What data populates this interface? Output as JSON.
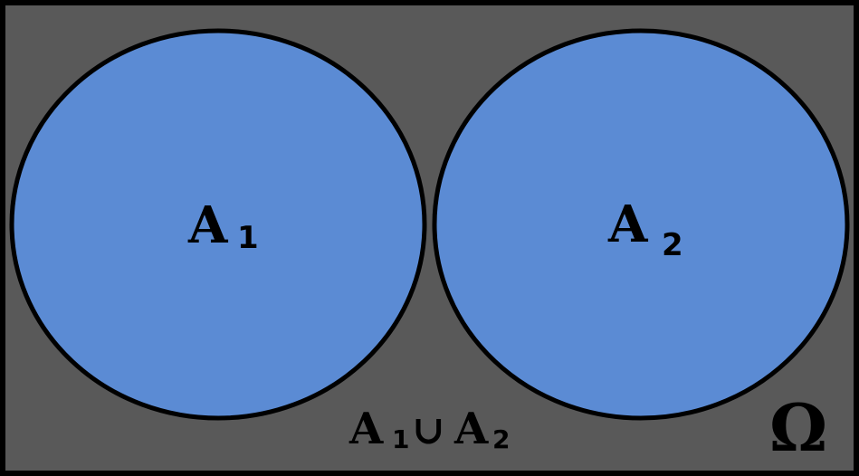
{
  "colors": {
    "universe_fill": "#595959",
    "set_fill": "#5b8bd4",
    "stroke": "#000000"
  },
  "universe": {
    "label": "Ω"
  },
  "sets": [
    {
      "letter": "A",
      "index": "1"
    },
    {
      "letter": "A",
      "index": "2"
    }
  ],
  "union": {
    "left_letter": "A",
    "left_index": "1",
    "operator": "∪",
    "right_letter": "A",
    "right_index": "2"
  }
}
